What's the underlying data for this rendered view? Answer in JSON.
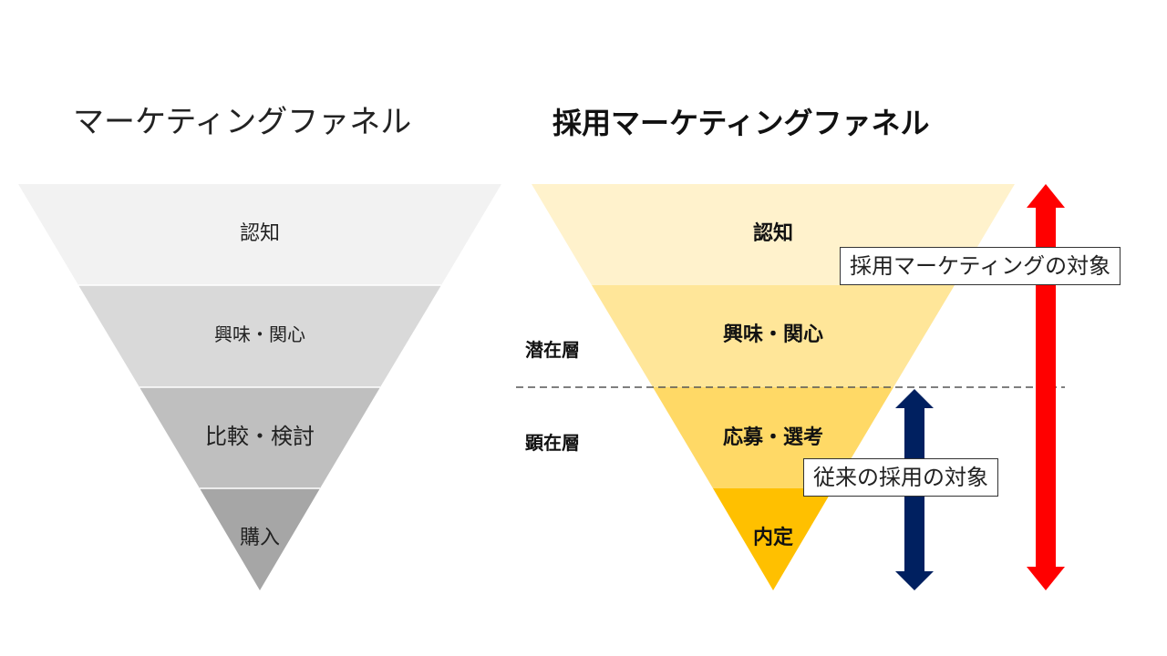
{
  "left_funnel": {
    "title": "マーケティングファネル",
    "stages": [
      {
        "label": "認知",
        "color": "#f2f2f2"
      },
      {
        "label": "興味・関心",
        "color": "#d9d9d9"
      },
      {
        "label": "比較・検討",
        "color": "#bfbfbf"
      },
      {
        "label": "購入",
        "color": "#a6a6a6"
      }
    ]
  },
  "right_funnel": {
    "title": "採用マーケティングファネル",
    "stages": [
      {
        "label": "認知",
        "color": "#fff2cc"
      },
      {
        "label": "興味・関心",
        "color": "#ffe699"
      },
      {
        "label": "応募・選考",
        "color": "#ffd966"
      },
      {
        "label": "内定",
        "color": "#ffc000"
      }
    ],
    "layers": {
      "latent": "潜在層",
      "manifest": "顕在層"
    },
    "callouts": {
      "recruit_marketing": "採用マーケティングの対象",
      "traditional": "従来の採用の対象"
    },
    "arrow_colors": {
      "recruit_marketing": "#ff0000",
      "traditional": "#002060"
    }
  }
}
